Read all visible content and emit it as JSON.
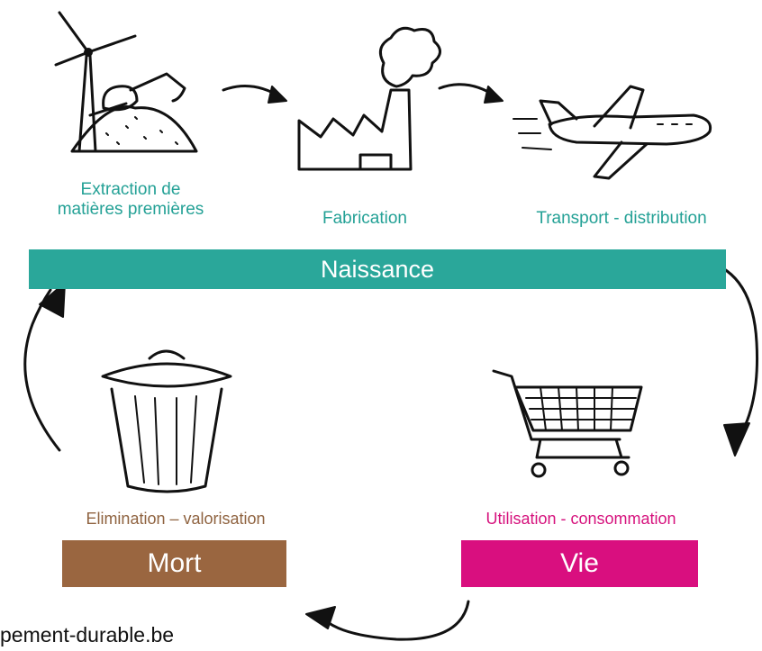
{
  "stages": {
    "extraction": {
      "line1": "Extraction de",
      "line2": "matières premières"
    },
    "fabrication": "Fabrication",
    "transport": "Transport - distribution",
    "elimination": "Elimination – valorisation",
    "utilisation": "Utilisation - consommation"
  },
  "phases": {
    "naissance": "Naissance",
    "mort": "Mort",
    "vie": "Vie"
  },
  "source": "pement-durable.be",
  "colors": {
    "teal": "#2aa79a",
    "brown": "#9a6640",
    "pink": "#d90f7f"
  },
  "icons": [
    "wind-turbine-excavator-icon",
    "factory-icon",
    "airplane-icon",
    "trash-can-icon",
    "shopping-cart-icon"
  ]
}
